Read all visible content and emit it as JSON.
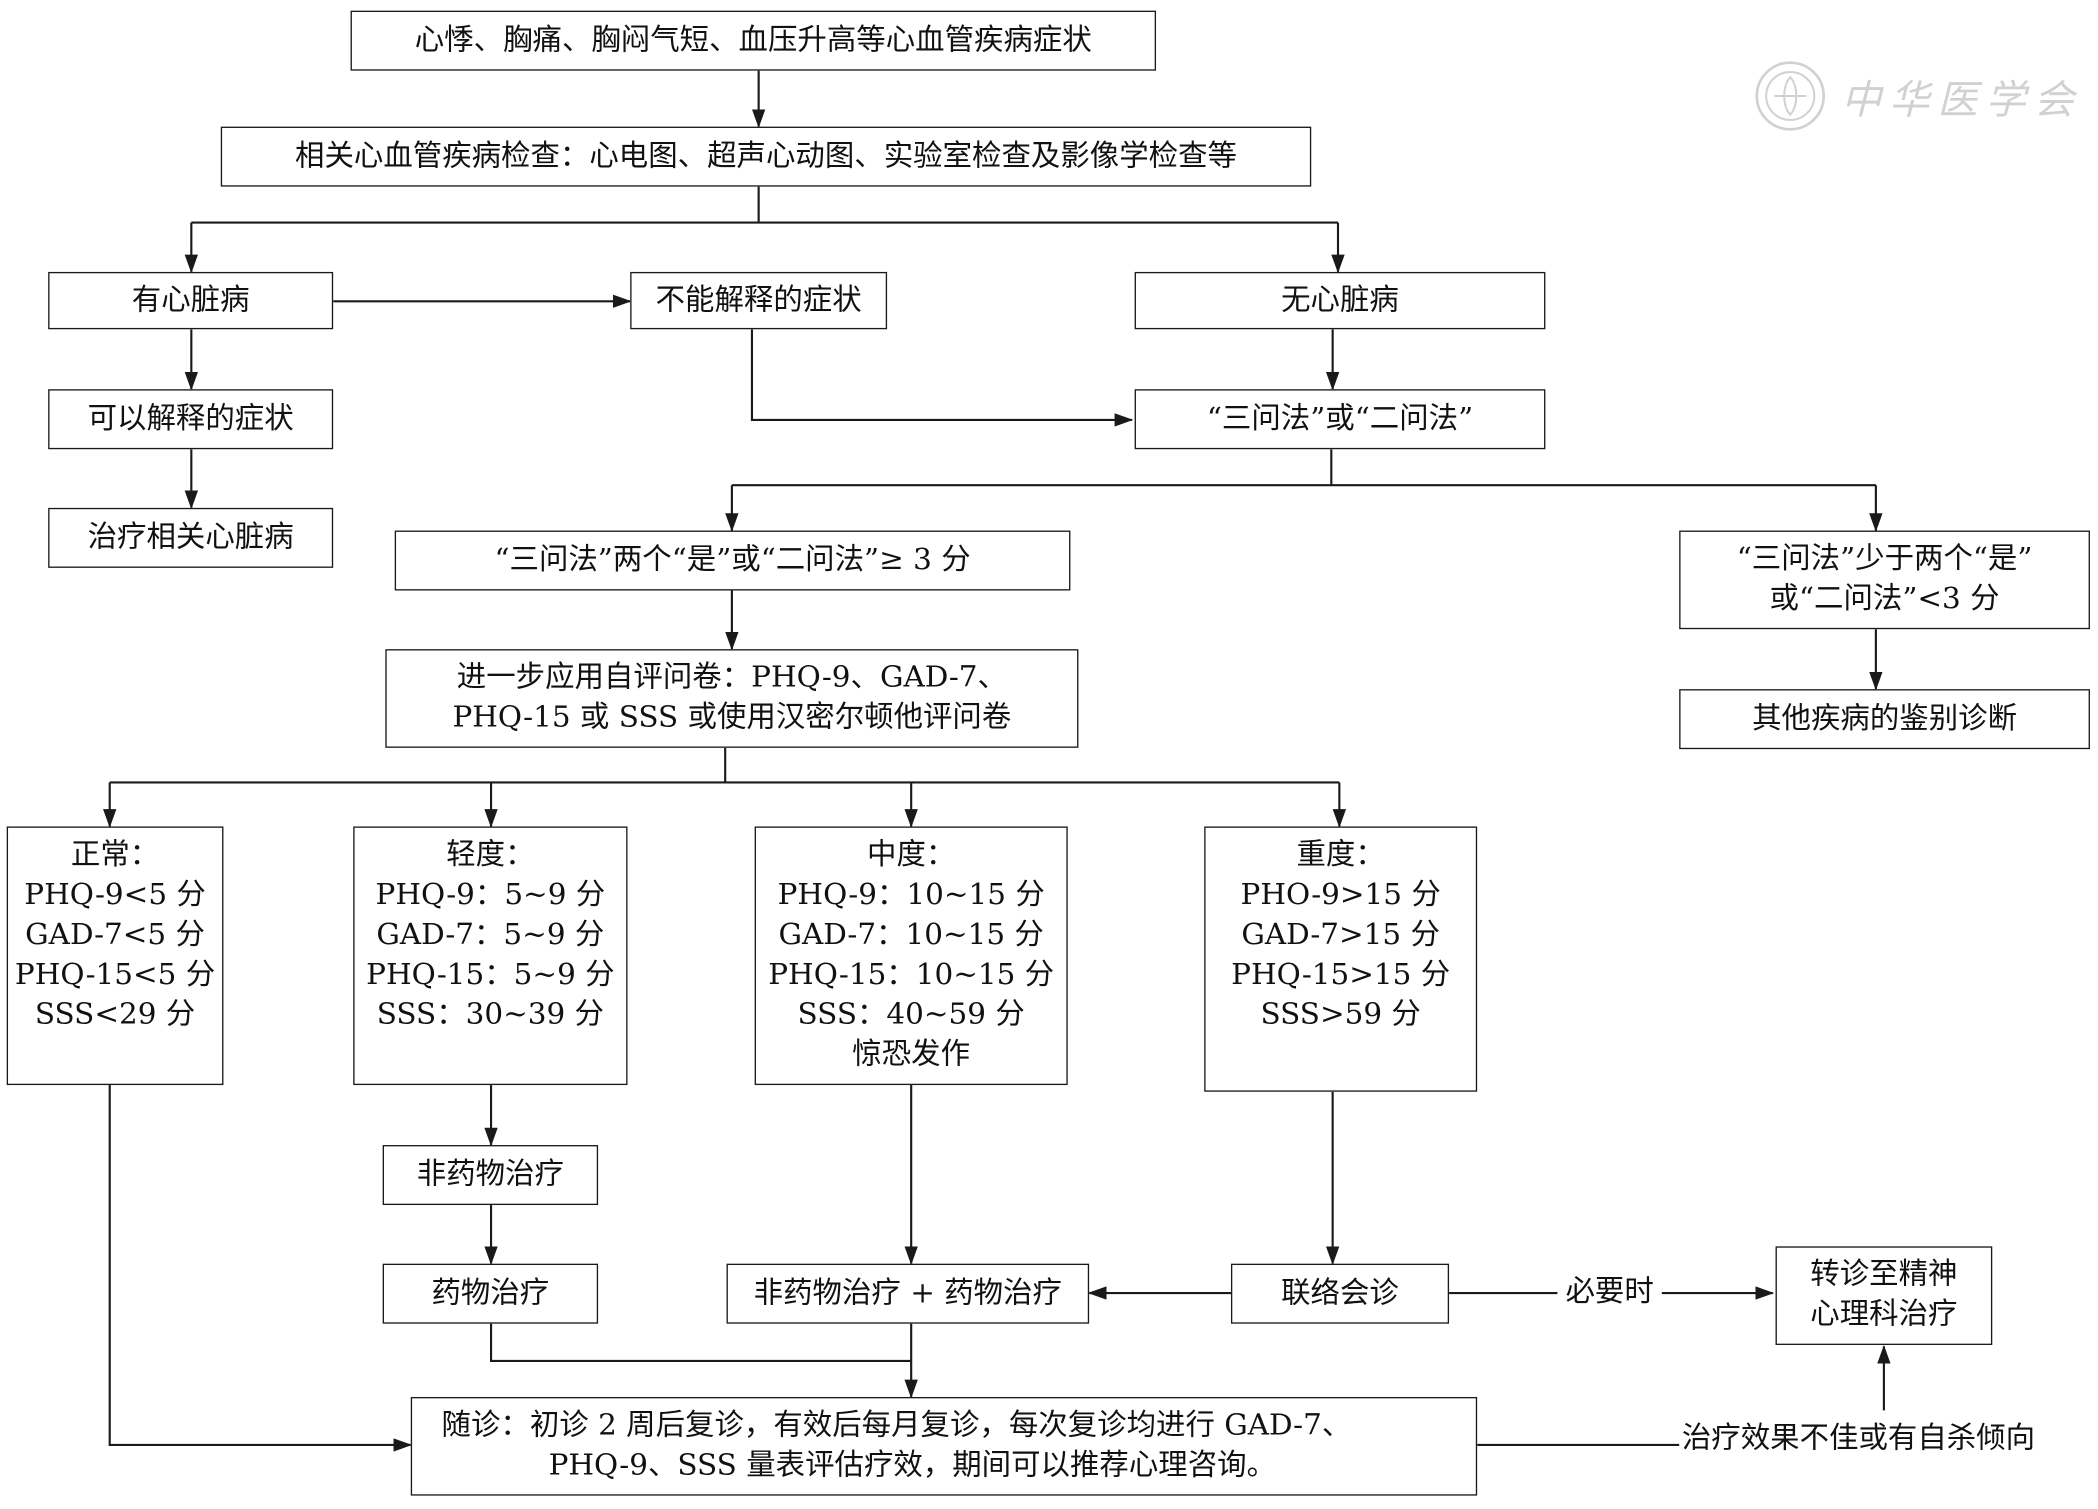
{
  "watermark": {
    "text": "中华医学会"
  },
  "nodes": {
    "symptoms": "心悸、胸痛、胸闷气短、血压升高等心血管疾病症状",
    "exam": "相关心血管疾病检查：心电图、超声心动图、实验室检查及影像学检查等",
    "has_heart": "有心脏病",
    "unexplained": "不能解释的症状",
    "no_heart": "无心脏病",
    "explainable": "可以解释的症状",
    "treat_heart": "治疗相关心脏病",
    "method": "“三问法”或“二问法”",
    "positive": "“三问法”两个“是”或“二问法”≥ 3 分",
    "negative": [
      "“三问法”少于两个“是”",
      "或“二问法”<3 分"
    ],
    "differential": "其他疾病的鉴别诊断",
    "questionnaire": [
      "进一步应用自评问卷：PHQ-9、GAD-7、",
      "PHQ-15 或 SSS 或使用汉密尔顿他评问卷"
    ],
    "normal": [
      "正常：",
      "PHQ-9<5 分",
      "GAD-7<5 分",
      "PHQ-15<5 分",
      "SSS<29 分"
    ],
    "mild": [
      "轻度：",
      "PHQ-9：5~9 分",
      "GAD-7：5~9 分",
      "PHQ-15：5~9 分",
      "SSS：30~39 分"
    ],
    "moderate": [
      "中度：",
      "PHQ-9：10~15 分",
      "GAD-7：10~15 分",
      "PHQ-15：10~15 分",
      "SSS：40~59 分",
      "惊恐发作"
    ],
    "severe": [
      "重度：",
      "PHO-9>15 分",
      "GAD-7>15 分",
      "PHQ-15>15 分",
      "SSS>59 分"
    ],
    "nondrug": "非药物治疗",
    "drug": "药物治疗",
    "combined": "非药物治疗 + 药物治疗",
    "consult": "联络会诊",
    "referral": [
      "转诊至精神",
      "心理科治疗"
    ],
    "followup": [
      "随诊：初诊 2 周后复诊，有效后每月复诊，每次复诊均进行 GAD-7、",
      "PHQ-9、SSS 量表评估疗效，期间可以推荐心理咨询。"
    ]
  },
  "edge_labels": {
    "when_needed": "必要时",
    "poor_effect": "治疗效果不佳或有自杀倾向"
  }
}
